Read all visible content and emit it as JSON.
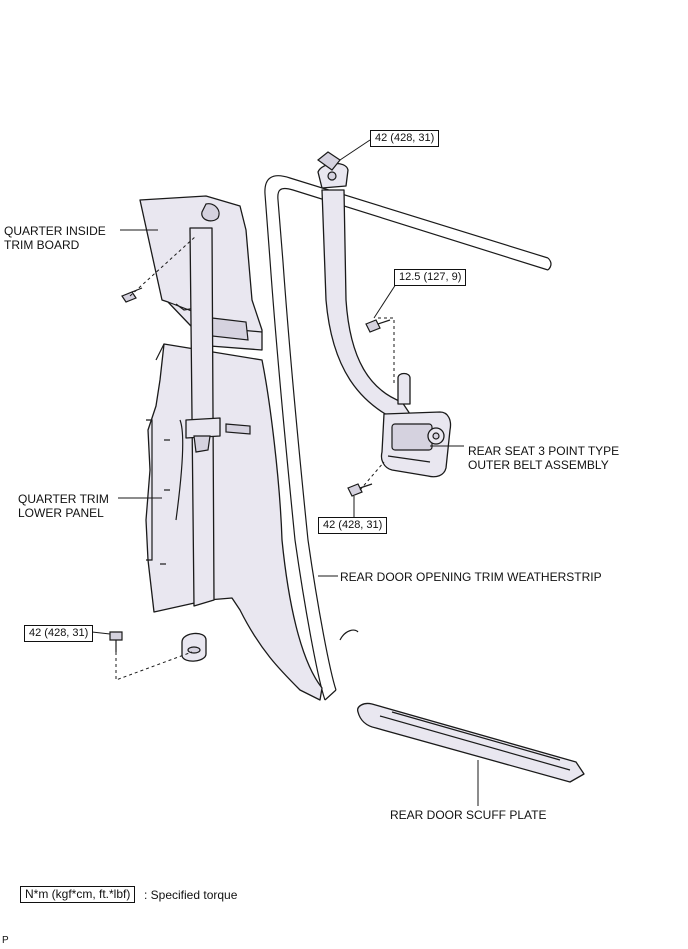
{
  "labels": {
    "quarter_inside_trim_board": "QUARTER INSIDE\nTRIM BOARD",
    "quarter_trim_lower_panel": "QUARTER TRIM\nLOWER PANEL",
    "rear_seat_belt": "REAR SEAT 3 POINT TYPE\nOUTER BELT ASSEMBLY",
    "weatherstrip": "REAR DOOR OPENING TRIM  WEATHERSTRIP",
    "scuff_plate": "REAR DOOR SCUFF PLATE"
  },
  "torques": {
    "top_anchor": "42 (428, 31)",
    "upper_bolt": "12.5 (127, 9)",
    "retractor_bolt": "42 (428, 31)",
    "lower_anchor": "42 (428, 31)"
  },
  "legend": {
    "unit_box": "N*m (kgf*cm, ft.*lbf)",
    "description": ": Specified torque"
  },
  "corner_mark": "P"
}
